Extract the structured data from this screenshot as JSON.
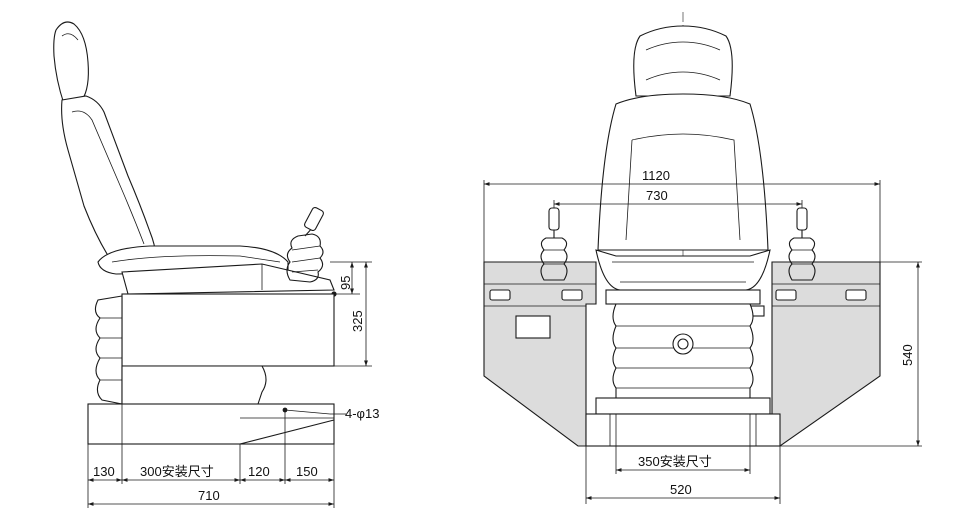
{
  "side_view": {
    "dims": {
      "d130": "130",
      "d300": "300安装尺寸",
      "d120": "120",
      "d150": "150",
      "d710": "710",
      "d95": "95",
      "d325": "325",
      "hole": "4-φ13"
    }
  },
  "front_view": {
    "dims": {
      "d1120": "1120",
      "d730": "730",
      "d540": "540",
      "d350": "350安装尺寸",
      "d520": "520"
    }
  }
}
